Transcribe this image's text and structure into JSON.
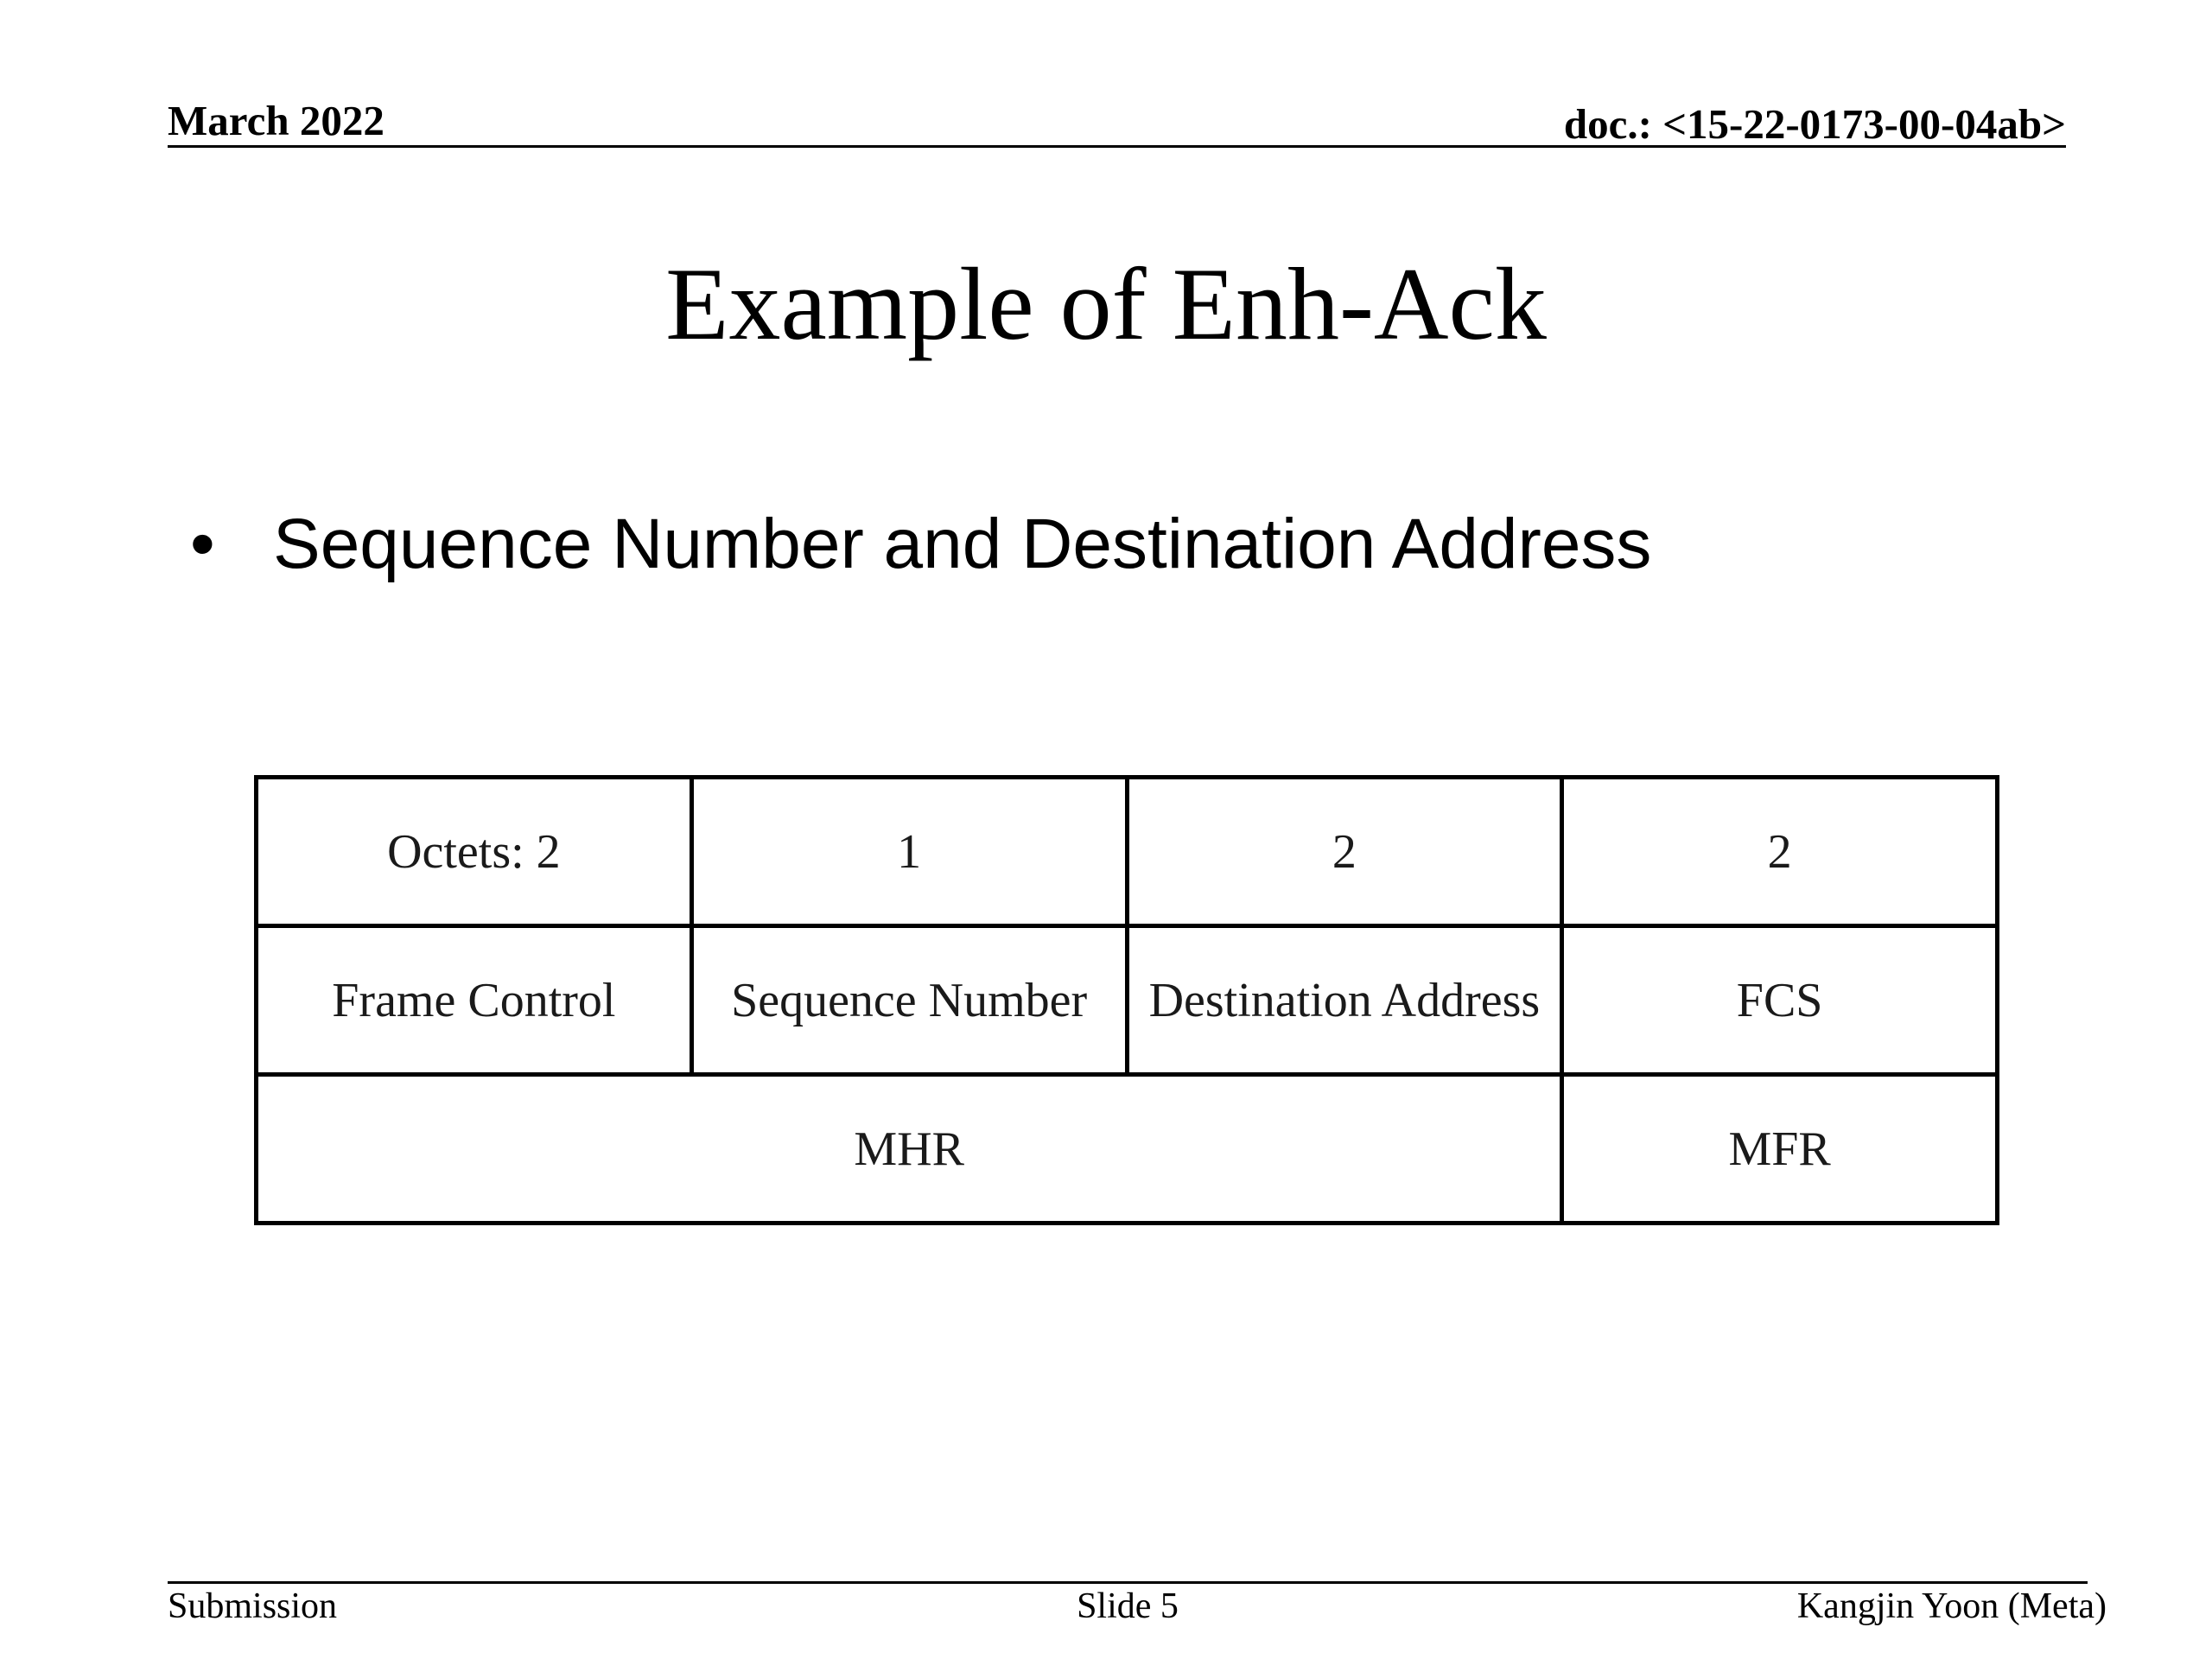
{
  "header": {
    "date": "March 2022",
    "doc_id": "doc.: <15-22-0173-00-04ab>"
  },
  "slide": {
    "title": "Example of Enh-Ack",
    "bullets": [
      {
        "marker": "•",
        "text": "Sequence Number and Destination Address"
      }
    ]
  },
  "frame_table": {
    "octets_row": [
      "Octets: 2",
      "1",
      "2",
      "2"
    ],
    "fields_row": [
      "Frame Control",
      "Sequence Number",
      "Destination Address",
      "FCS"
    ],
    "groups_row": [
      {
        "label": "MHR",
        "span": 3
      },
      {
        "label": "MFR",
        "span": 1
      }
    ]
  },
  "footer": {
    "left": "Submission",
    "center": "Slide 5",
    "right": "Kangjin Yoon (Meta)"
  }
}
